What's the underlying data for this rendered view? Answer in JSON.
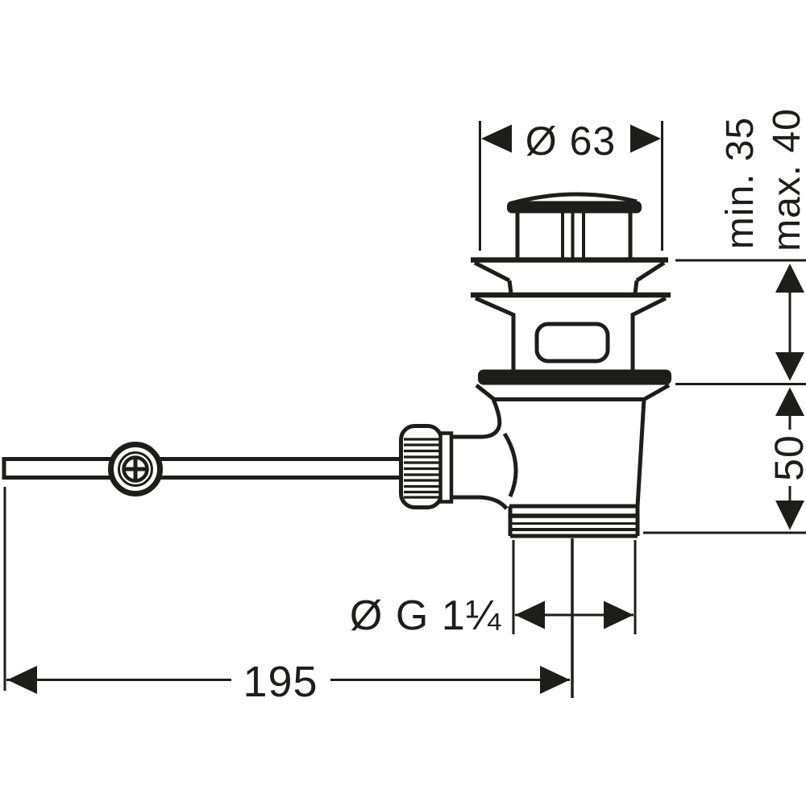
{
  "drawing": {
    "type": "technical-line-drawing",
    "subject": "pop-up waste drain fitting, side elevation with dimensions",
    "background": "#ffffff",
    "line_color": "#1d1d1b",
    "labels": {
      "cap_diameter": "Ø 63",
      "min_mounting": "min. 35",
      "max_mounting": "max. 40",
      "lower_height": "50",
      "thread_size": "Ø G 1¼",
      "rod_length": "195"
    }
  }
}
